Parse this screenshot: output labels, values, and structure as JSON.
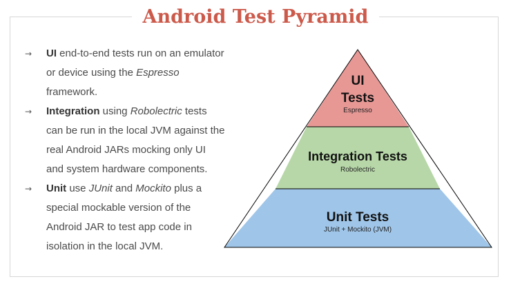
{
  "title": "Android Test Pyramid",
  "bullets": [
    {
      "parts": [
        {
          "text": "UI",
          "style": "b"
        },
        {
          "text": " end-to-end tests run on an emulator or device using the ",
          "style": ""
        },
        {
          "text": "Espresso",
          "style": "i"
        },
        {
          "text": " framework.",
          "style": ""
        }
      ]
    },
    {
      "parts": [
        {
          "text": "Integration",
          "style": "b"
        },
        {
          "text": " using ",
          "style": ""
        },
        {
          "text": "Robolectric",
          "style": "i"
        },
        {
          "text": " tests can be run in the local JVM against the real Android JARs mocking only UI and system hardware components.",
          "style": ""
        }
      ]
    },
    {
      "parts": [
        {
          "text": "Unit",
          "style": "b"
        },
        {
          "text": " use ",
          "style": ""
        },
        {
          "text": "JUnit",
          "style": "i"
        },
        {
          "text": " and ",
          "style": ""
        },
        {
          "text": "Mockito",
          "style": "i"
        },
        {
          "text": " plus a special mockable version of the Android JAR to test app code in isolation in the local JVM.",
          "style": ""
        }
      ]
    }
  ],
  "bullet_marker": "→",
  "pyramid": {
    "top": {
      "title_line1": "UI",
      "title_line2": "Tests",
      "subtitle": "Espresso",
      "color": "#e79895"
    },
    "middle": {
      "title": "Integration Tests",
      "subtitle": "Robolectric",
      "color": "#b7d7a8"
    },
    "bottom": {
      "title": "Unit Tests",
      "subtitle": "JUnit + Mockito (JVM)",
      "color": "#9fc5e8"
    },
    "outline_color": "#000000"
  },
  "colors": {
    "title": "#cc5a4b",
    "frame": "#d6d6d6",
    "body_text": "#4a4a4a"
  }
}
